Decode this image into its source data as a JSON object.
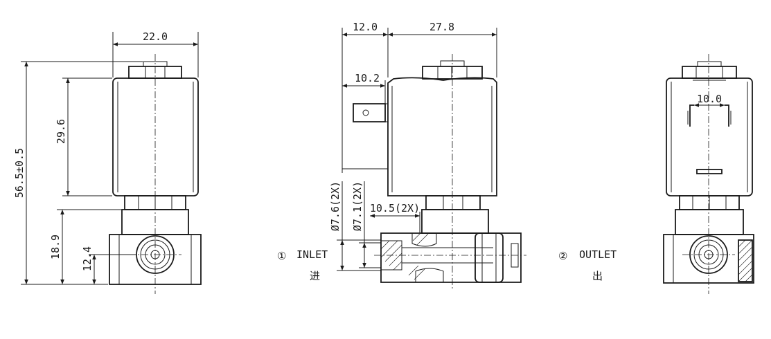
{
  "dimensions": {
    "front_width": "22.0",
    "overall_height": "56.5±0.5",
    "coil_height": "29.6",
    "base_height": "18.9",
    "port_center_height": "12.4",
    "terminal_offset": "12.0",
    "coil_depth": "27.8",
    "terminal_width": "10.2",
    "port_diameter_outer": "Ø7.6(2X)",
    "port_diameter_inner": "Ø7.1(2X)",
    "port_depth": "10.5(2X)",
    "terminal_spacing": "10.0"
  },
  "ports": {
    "inlet_number": "①",
    "inlet_label": "INLET",
    "inlet_cn": "进",
    "outlet_number": "②",
    "outlet_label": "OUTLET",
    "outlet_cn": "出"
  }
}
